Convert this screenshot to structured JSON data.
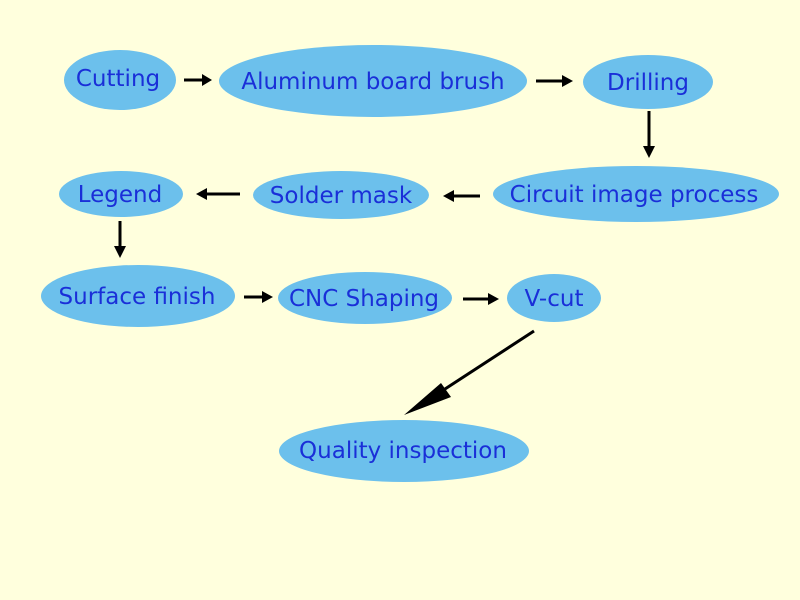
{
  "diagram": {
    "colors": {
      "background": "#ffffdd",
      "node_fill": "#6cc0ec",
      "node_text": "#1a2fd8",
      "arrow": "#000000"
    },
    "nodes": [
      {
        "id": "cutting",
        "label": "Cutting"
      },
      {
        "id": "aluminum-board-brush",
        "label": "Aluminum board brush"
      },
      {
        "id": "drilling",
        "label": "Drilling"
      },
      {
        "id": "circuit-image-process",
        "label": "Circuit image process"
      },
      {
        "id": "solder-mask",
        "label": "Solder mask"
      },
      {
        "id": "legend",
        "label": "Legend"
      },
      {
        "id": "surface-finish",
        "label": "Surface finish"
      },
      {
        "id": "cnc-shaping",
        "label": "CNC Shaping"
      },
      {
        "id": "v-cut",
        "label": "V-cut"
      },
      {
        "id": "quality-inspection",
        "label": "Quality inspection"
      }
    ],
    "edges": [
      {
        "from": "cutting",
        "to": "aluminum-board-brush"
      },
      {
        "from": "aluminum-board-brush",
        "to": "drilling"
      },
      {
        "from": "drilling",
        "to": "circuit-image-process"
      },
      {
        "from": "circuit-image-process",
        "to": "solder-mask"
      },
      {
        "from": "solder-mask",
        "to": "legend"
      },
      {
        "from": "legend",
        "to": "surface-finish"
      },
      {
        "from": "surface-finish",
        "to": "cnc-shaping"
      },
      {
        "from": "cnc-shaping",
        "to": "v-cut"
      },
      {
        "from": "v-cut",
        "to": "quality-inspection"
      }
    ]
  }
}
